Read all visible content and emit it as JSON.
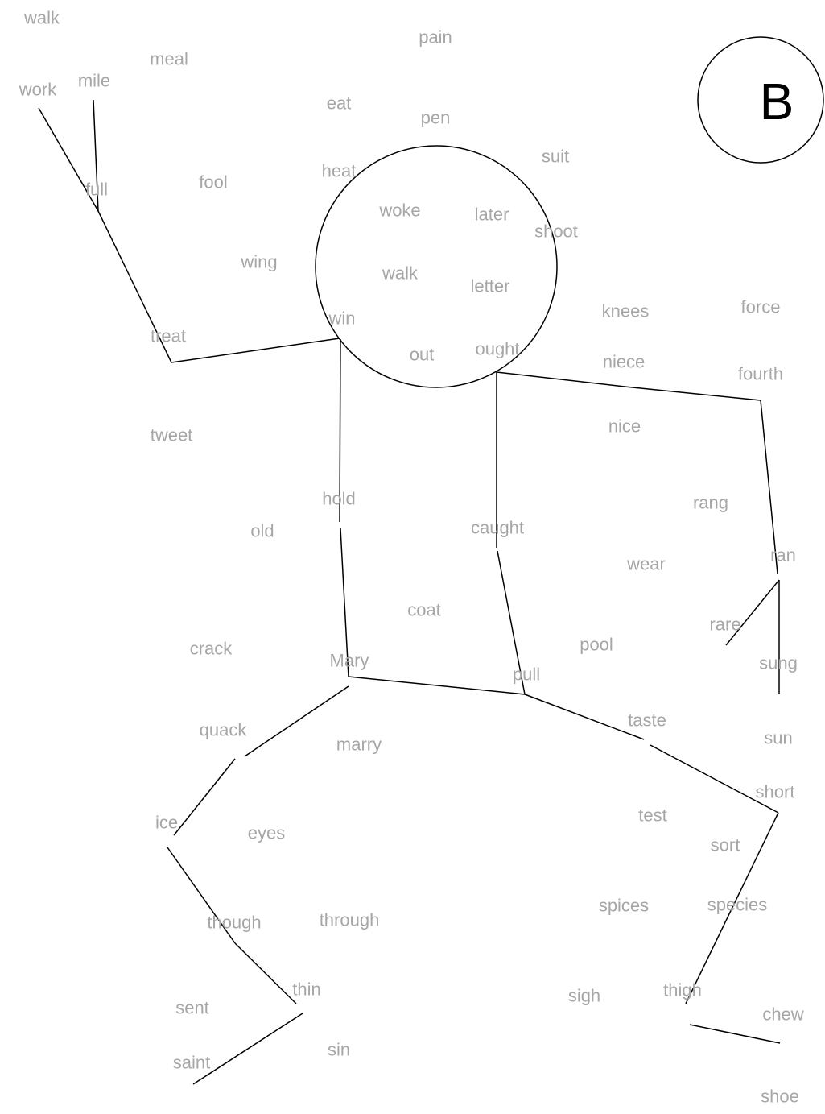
{
  "label": "B",
  "words": [
    "walk",
    "meal",
    "pain",
    "work",
    "mile",
    "eat",
    "pen",
    "suit",
    "full",
    "fool",
    "heat",
    "woke",
    "later",
    "shoot",
    "wing",
    "walk",
    "letter",
    "knees",
    "force",
    "win",
    "treat",
    "out",
    "ought",
    "niece",
    "fourth",
    "nice",
    "tweet",
    "hold",
    "old",
    "caught",
    "rang",
    "ran",
    "wear",
    "coat",
    "rare",
    "crack",
    "pool",
    "Mary",
    "pull",
    "sung",
    "taste",
    "quack",
    "marry",
    "sun",
    "short",
    "test",
    "ice",
    "eyes",
    "sort",
    "spices",
    "species",
    "though",
    "through",
    "thin",
    "sent",
    "sigh",
    "thigh",
    "chew",
    "sin",
    "saint",
    "shoe"
  ]
}
